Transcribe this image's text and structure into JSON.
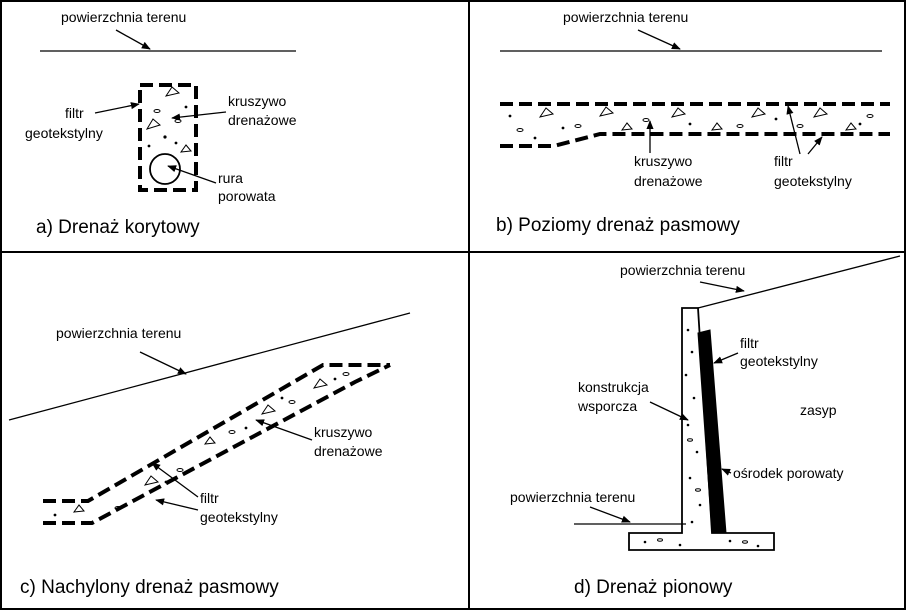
{
  "colors": {
    "ink": "#000000",
    "background": "#ffffff"
  },
  "panel_a": {
    "caption": "a) Drenaż korytowy",
    "ground": "powierzchnia terenu",
    "filter_line1": "filtr",
    "filter_line2": "geotekstylny",
    "aggregate_line1": "kruszywo",
    "aggregate_line2": "drenażowe",
    "pipe_line1": "rura",
    "pipe_line2": "porowata"
  },
  "panel_b": {
    "caption": "b) Poziomy drenaż pasmowy",
    "ground": "powierzchnia terenu",
    "aggregate_line1": "kruszywo",
    "aggregate_line2": "drenażowe",
    "filter_line1": "filtr",
    "filter_line2": "geotekstylny"
  },
  "panel_c": {
    "caption": "c) Nachylony drenaż pasmowy",
    "ground": "powierzchnia terenu",
    "aggregate_line1": "kruszywo",
    "aggregate_line2": "drenażowe",
    "filter_line1": "filtr",
    "filter_line2": "geotekstylny"
  },
  "panel_d": {
    "caption": "d) Drenaż pionowy",
    "ground_top": "powierzchnia terenu",
    "ground_bottom": "powierzchnia terenu",
    "filter_line1": "filtr",
    "filter_line2": "geotekstylny",
    "structure_line1": "konstrukcja",
    "structure_line2": "wsporcza",
    "backfill": "zasyp",
    "porous_medium": "ośrodek porowaty"
  }
}
